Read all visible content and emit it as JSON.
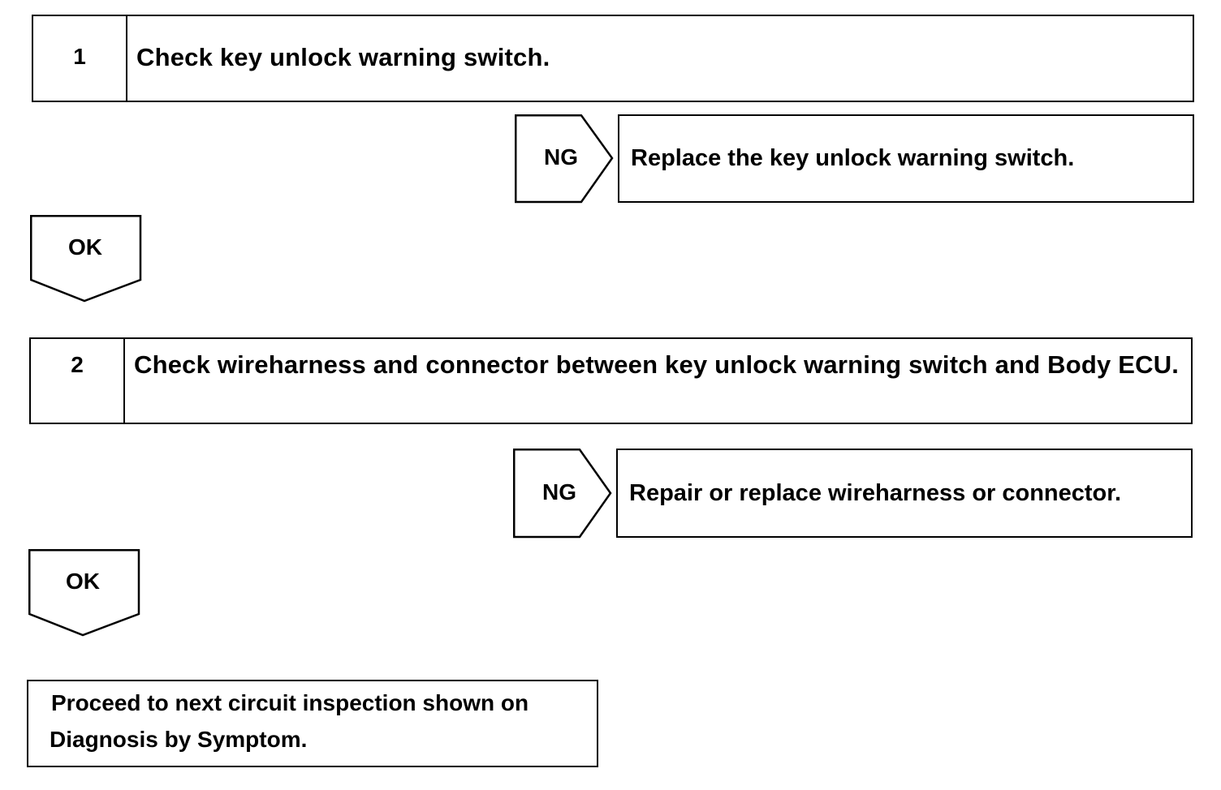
{
  "steps": [
    {
      "number": "1",
      "text": "Check key unlock warning switch."
    },
    {
      "number": "2",
      "text": "Check wireharness and connector between key unlock warning switch and Body ECU."
    }
  ],
  "ng_label": "NG",
  "ok_label": "OK",
  "ng_results": [
    "Replace the key unlock warning switch.",
    "Repair or replace wireharness or connector."
  ],
  "final": {
    "line1": "Proceed to next circuit inspection shown on",
    "line2": "Diagnosis by Symptom."
  }
}
